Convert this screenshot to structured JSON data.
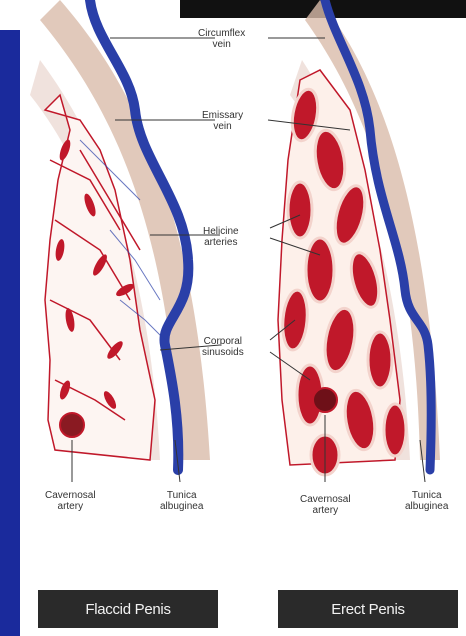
{
  "labels": {
    "circumflex_vein": "Circumflex\nvein",
    "emissary_vein": "Emissary\nvein",
    "helicine_arteries": "Helicine\narteries",
    "corporal_sinusoids": "Corporal\nsinusoids",
    "cavernosal_artery_left": "Cavernosal\nartery",
    "tunica_albuginea_left": "Tunica\nalbuginea",
    "cavernosal_artery_right": "Cavernosal\nartery",
    "tunica_albuginea_right": "Tunica\nalbuginea"
  },
  "captions": {
    "flaccid": "Flaccid Penis",
    "erect": "Erect Penis"
  },
  "colors": {
    "vein": "#2a3fa8",
    "artery": "#c0182a",
    "tunica": "#d9b9a6",
    "background_bar": "#1a2a9c"
  }
}
